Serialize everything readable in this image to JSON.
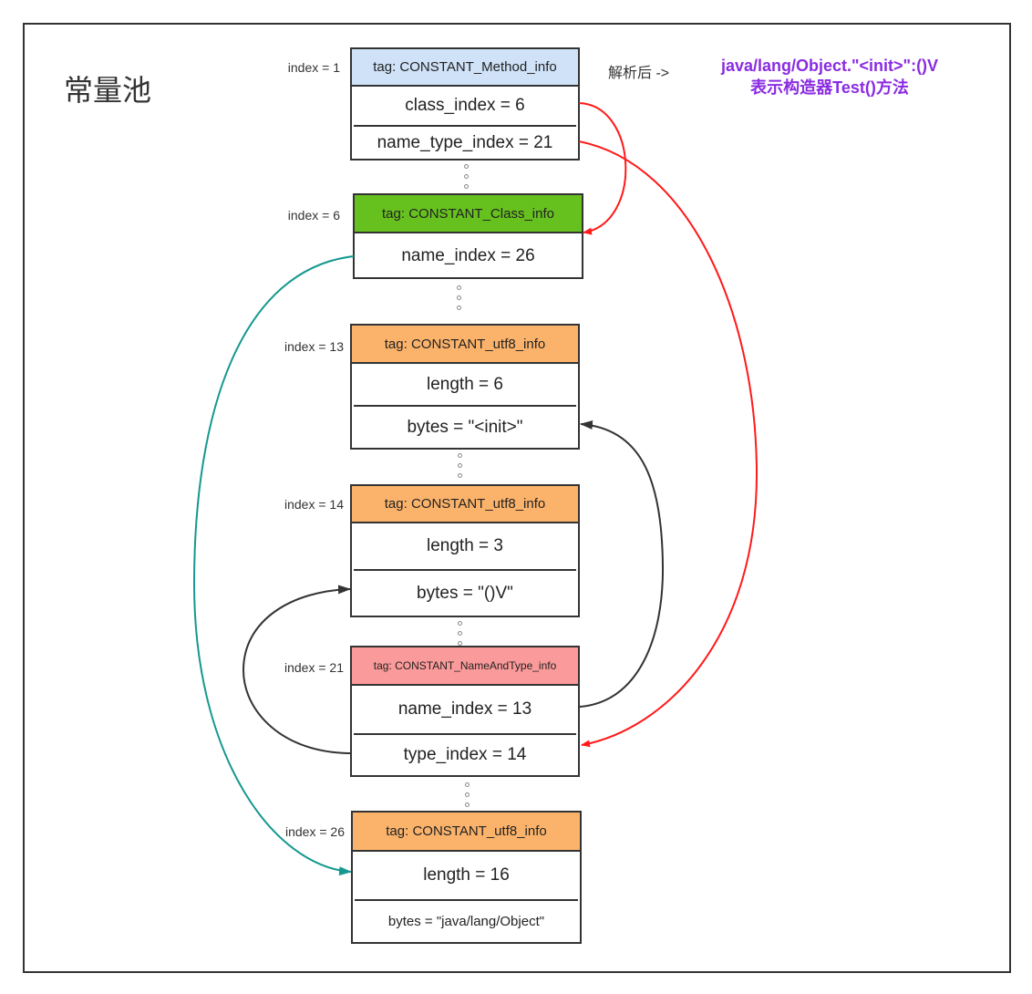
{
  "title": "常量池",
  "note": "解析后  ->",
  "result": {
    "line1": "java/lang/Object.\"<init>\":()V",
    "line2": "表示构造器Test()方法"
  },
  "entries": [
    {
      "index": "index = 1",
      "tag": "tag: CONSTANT_Method_info",
      "color": "#cfe2f8",
      "rows": [
        "class_index = 6",
        "name_type_index = 21"
      ]
    },
    {
      "index": "index = 6",
      "tag": "tag: CONSTANT_Class_info",
      "color": "#66c11e",
      "rows": [
        "name_index = 26"
      ]
    },
    {
      "index": "index = 13",
      "tag": "tag: CONSTANT_utf8_info",
      "color": "#fbb36b",
      "rows": [
        "length = 6",
        "bytes = \"<init>\""
      ]
    },
    {
      "index": "index = 14",
      "tag": "tag: CONSTANT_utf8_info",
      "color": "#fbb36b",
      "rows": [
        "length = 3",
        "bytes = \"()V\""
      ]
    },
    {
      "index": "index = 21",
      "tag": "tag: CONSTANT_NameAndType_info",
      "color": "#fb9a9a",
      "rows": [
        "name_index = 13",
        "type_index = 14"
      ]
    },
    {
      "index": "index = 26",
      "tag": "tag: CONSTANT_utf8_info",
      "color": "#fbb36b",
      "rows": [
        "length = 16",
        "bytes = \"java/lang/Object\""
      ]
    }
  ],
  "colors": {
    "red": "#ff1a1a",
    "teal": "#14988f",
    "black": "#333333",
    "accent": "#8a2be2"
  }
}
